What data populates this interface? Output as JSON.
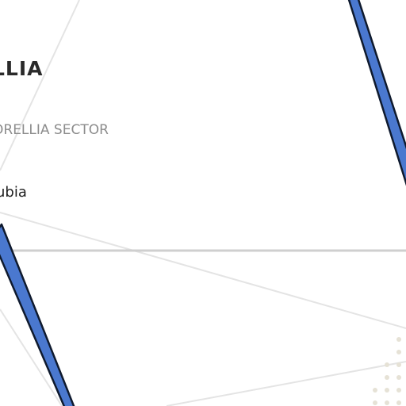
{
  "map": {
    "region_title": "LLIA",
    "sector_label": "ORELLIA SECTOR",
    "planet_label": "lubia"
  },
  "colors": {
    "background": "#ffffff",
    "hyperlane_fill": "#4a78cf",
    "hyperlane_outline": "#0f1a2e",
    "grid_line": "#e4e4e4",
    "sector_border": "#cfcfcf",
    "dot_pattern": "#e6e2d6"
  }
}
